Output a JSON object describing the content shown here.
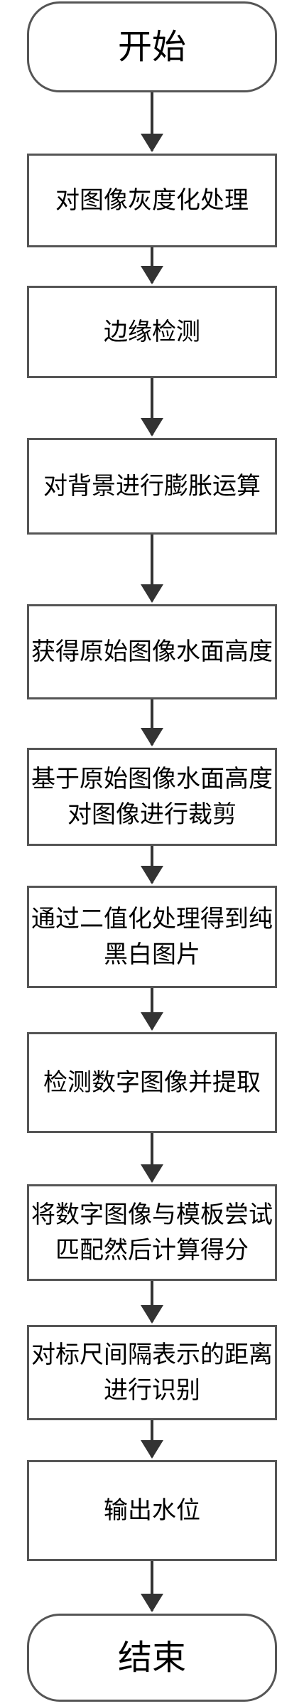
{
  "flowchart": {
    "start": "开始",
    "steps": [
      [
        "对图像灰度化处理"
      ],
      [
        "边缘检测"
      ],
      [
        "对背景进行膨胀运算"
      ],
      [
        "获得原始图像水面高度"
      ],
      [
        "基于原始图像水面高度",
        "对图像进行裁剪"
      ],
      [
        "通过二值化处理得到纯",
        "黑白图片"
      ],
      [
        "检测数字图像并提取"
      ],
      [
        "将数字图像与模板尝试",
        "匹配然后计算得分"
      ],
      [
        "对标尺间隔表示的距离",
        "进行识别"
      ],
      [
        "输出水位"
      ]
    ],
    "end": "结束"
  }
}
